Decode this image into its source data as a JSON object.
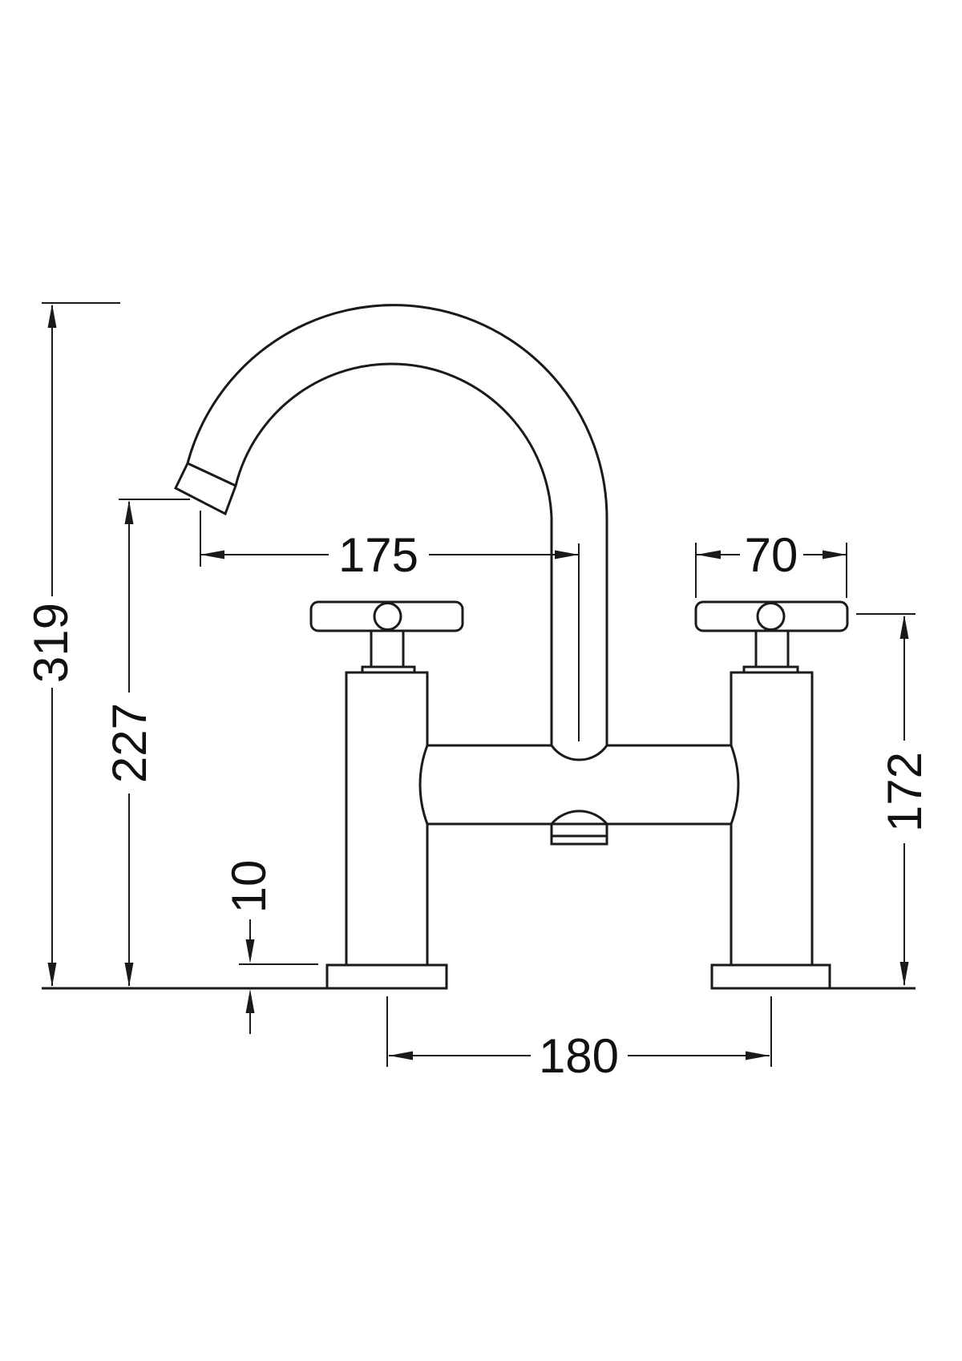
{
  "drawing": {
    "background_color": "#ffffff",
    "line_color": "#1a1a1a",
    "dimensions": {
      "overall_height": {
        "value": "319",
        "orientation": "vertical"
      },
      "spout_height": {
        "value": "227",
        "orientation": "vertical"
      },
      "spout_reach": {
        "value": "175",
        "orientation": "horizontal"
      },
      "handle_width": {
        "value": "70",
        "orientation": "horizontal"
      },
      "base_thickness": {
        "value": "10",
        "orientation": "vertical"
      },
      "handle_height": {
        "value": "172",
        "orientation": "vertical"
      },
      "tap_centres": {
        "value": "180",
        "orientation": "horizontal"
      }
    }
  }
}
